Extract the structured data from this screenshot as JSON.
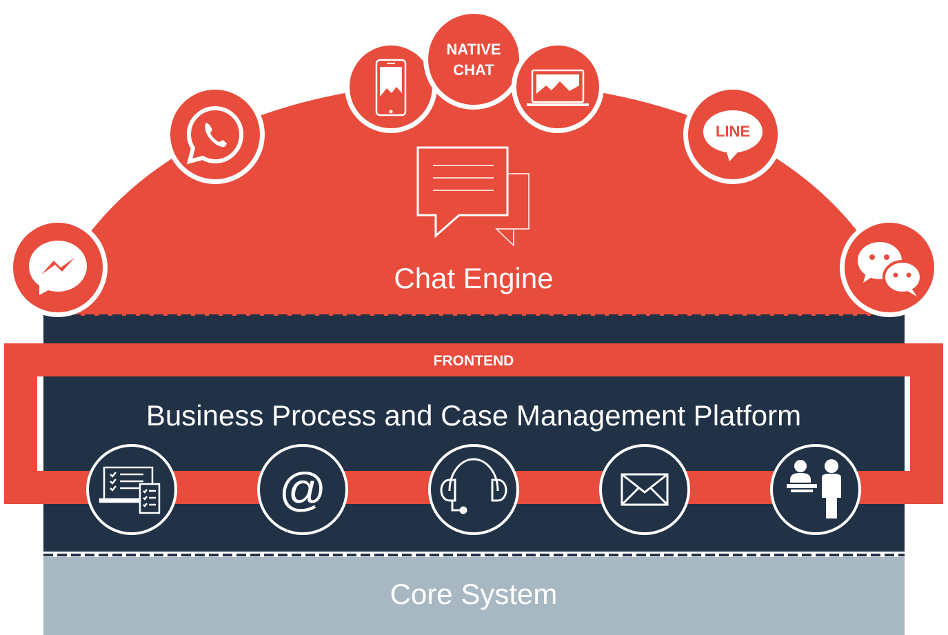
{
  "colors": {
    "accent": "#E84C3D",
    "navy": "#213146",
    "core": "#A7B8C2",
    "white": "#FFFFFF"
  },
  "chat_engine": {
    "label": "Chat Engine",
    "channels": [
      {
        "name": "messenger-icon",
        "label": ""
      },
      {
        "name": "whatsapp-icon",
        "label": ""
      },
      {
        "name": "mobile-app-icon",
        "label": ""
      },
      {
        "name": "native-chat-badge",
        "label_line1": "NATIVE",
        "label_line2": "CHAT"
      },
      {
        "name": "web-browser-icon",
        "label": ""
      },
      {
        "name": "line-icon",
        "label": "LINE"
      },
      {
        "name": "wechat-icon",
        "label": ""
      }
    ]
  },
  "frontend": {
    "label": "FRONTEND"
  },
  "platform": {
    "label": "Business Process and Case Management Platform",
    "channels": [
      {
        "name": "forms-icon"
      },
      {
        "name": "email-at-icon"
      },
      {
        "name": "headset-icon"
      },
      {
        "name": "envelope-icon"
      },
      {
        "name": "branch-agent-icon"
      }
    ]
  },
  "core": {
    "label": "Core System"
  }
}
